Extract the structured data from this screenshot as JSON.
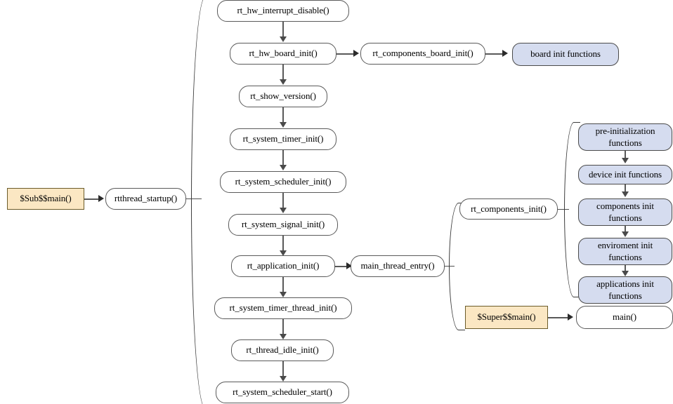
{
  "diagram": {
    "title": "RT-Thread startup sequence flowchart",
    "colors": {
      "cream_fill": "#fbe7c3",
      "blue_fill": "#d5dcef",
      "node_border": "#5a5a5a",
      "connector": "#595959",
      "background": "#ffffff"
    }
  },
  "entry": {
    "sub_main": "$Sub$$main()",
    "rtthread_startup": "rtthread_startup()"
  },
  "startup_chain": [
    {
      "label": "rt_hw_interrupt_disable()"
    },
    {
      "label": "rt_hw_board_init()"
    },
    {
      "label": "rt_show_version()"
    },
    {
      "label": "rt_system_timer_init()"
    },
    {
      "label": "rt_system_scheduler_init()"
    },
    {
      "label": "rt_system_signal_init()"
    },
    {
      "label": "rt_application_init()"
    },
    {
      "label": "rt_system_timer_thread_init()"
    },
    {
      "label": "rt_thread_idle_init()"
    },
    {
      "label": "rt_system_scheduler_start()"
    }
  ],
  "board_branch": {
    "components_board_init": "rt_components_board_init()",
    "board_init_functions": "board init functions"
  },
  "app_branch": {
    "main_thread_entry": "main_thread_entry()",
    "components_init": "rt_components_init()",
    "super_main": "$Super$$main()",
    "main": "main()"
  },
  "init_stages": [
    {
      "label": "pre-initialization\nfunctions"
    },
    {
      "label": "device init functions"
    },
    {
      "label": "components init\nfunctions"
    },
    {
      "label": "enviroment init\nfunctions"
    },
    {
      "label": "applications init\nfunctions"
    }
  ]
}
